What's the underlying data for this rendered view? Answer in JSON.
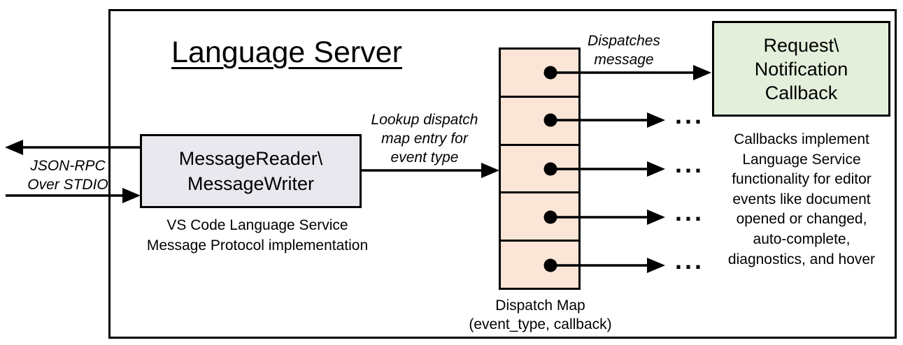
{
  "diagram": {
    "title": "Language Server"
  },
  "reader": {
    "label": "MessageReader\\\nMessageWriter",
    "caption": "VS Code Language Service\nMessage Protocol implementation"
  },
  "io": {
    "label": "JSON-RPC\nOver STDIO"
  },
  "lookup": {
    "label": "Lookup dispatch\nmap entry for\nevent type"
  },
  "dispatch_map": {
    "caption": "Dispatch Map\n(event_type, callback)",
    "rows": 5
  },
  "dispatch": {
    "label": "Dispatches\nmessage"
  },
  "callback": {
    "label": "Request\\\nNotification\nCallback",
    "description": "Callbacks implement\nLanguage Service\nfunctionality for editor\nevents like document\nopened or changed,\nauto-complete,\ndiagnostics, and hover"
  },
  "misc": {
    "ellipsis": "..."
  },
  "colors": {
    "reader_fill": "#e9e8ef",
    "dispatch_fill": "#fbe5d6",
    "callback_fill": "#e3efda",
    "line": "#000000",
    "background": "#ffffff"
  }
}
